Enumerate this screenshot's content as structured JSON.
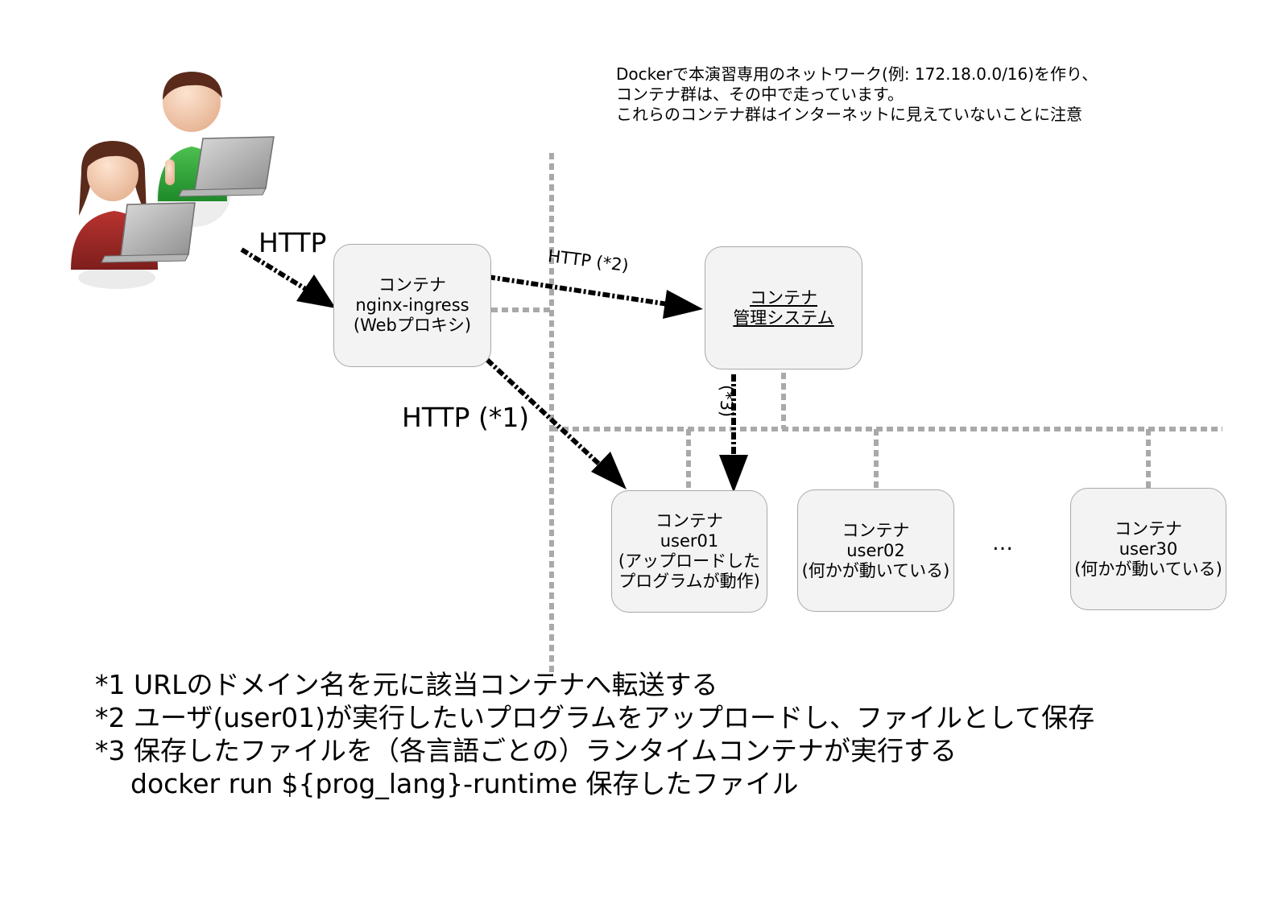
{
  "note": {
    "lines": [
      "Dockerで本演習専用のネットワーク(例: 172.18.0.0/16)を作り、",
      "コンテナ群は、その中で走っています。",
      "これらのコンテナ群はインターネットに見えていないことに注意"
    ]
  },
  "edges": {
    "user_to_proxy": "HTTP",
    "proxy_to_user01": "HTTP (*1)",
    "proxy_to_manager": "HTTP (*2)",
    "manager_to_user01": "(*3)"
  },
  "nodes": {
    "proxy": [
      "コンテナ",
      "nginx-ingress",
      "(Webプロキシ)"
    ],
    "manager": [
      "コンテナ",
      "管理システム"
    ],
    "user01": [
      "コンテナ",
      "user01",
      "(アップロードした",
      "プログラムが動作)"
    ],
    "user02": [
      "コンテナ",
      "user02",
      "(何かが動いている)"
    ],
    "user30": [
      "コンテナ",
      "user30",
      "(何かが動いている)"
    ],
    "ellipsis": "…"
  },
  "footnotes": [
    "*1 URLのドメイン名を元に該当コンテナへ転送する",
    "*2 ユーザ(user01)が実行したいプログラムをアップロードし、ファイルとして保存",
    "*3 保存したファイルを（各言語ごとの）ランタイムコンテナが実行する",
    "docker run ${prog_lang}-runtime 保存したファイル"
  ],
  "colors": {
    "box_fill": "#f3f3f3",
    "box_border": "#a9a9a9",
    "network_line": "#a9a9a9",
    "arrow": "#000000",
    "user_male_shirt": "#2fa33a",
    "user_female_shirt": "#9c2a27"
  },
  "icons": [
    "user-male-laptop-icon",
    "user-female-laptop-icon"
  ]
}
